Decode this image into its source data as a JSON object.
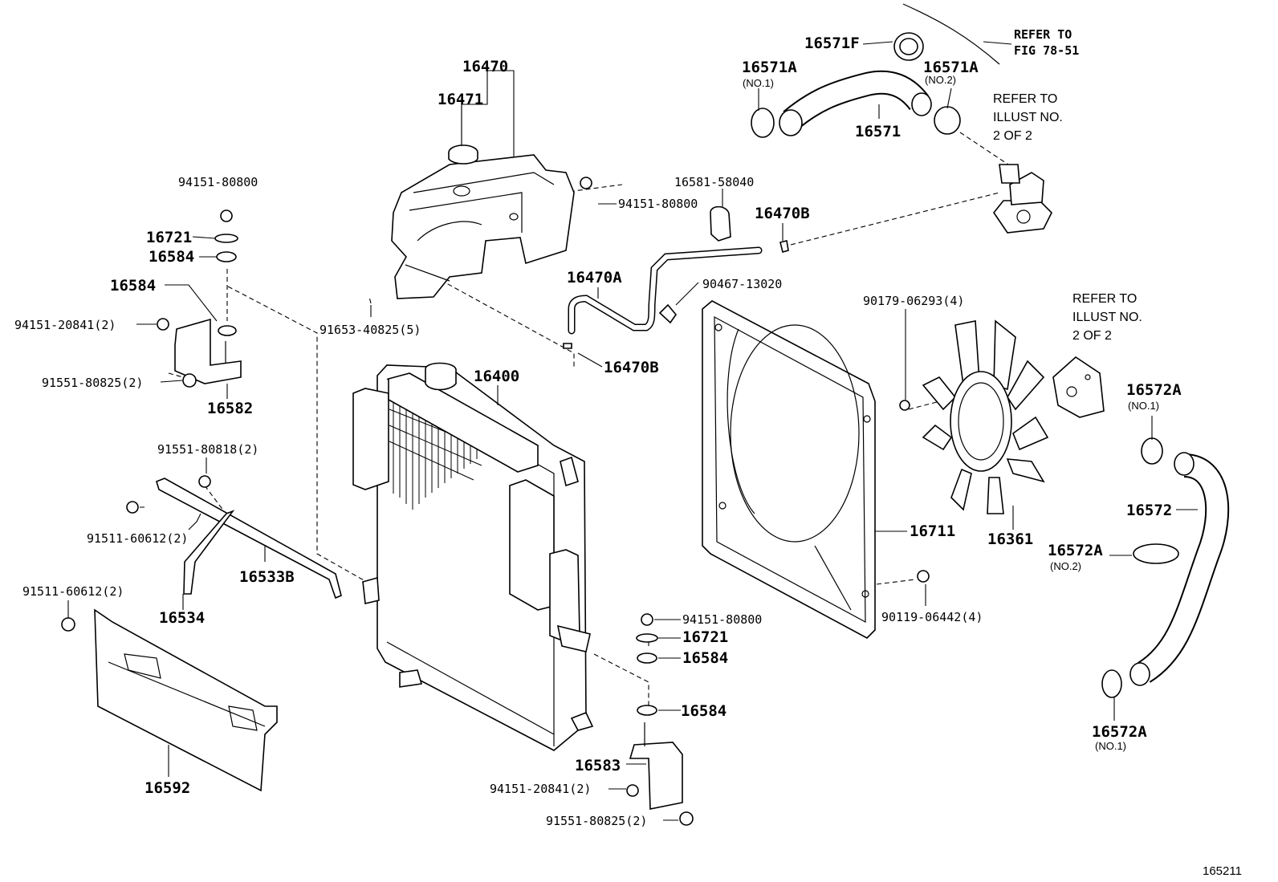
{
  "figure_id": "165211",
  "labels": {
    "p16470": "16470",
    "p16471": "16471",
    "p94151_80800_a": "94151-80800",
    "p16721_a": "16721",
    "p16584_a": "16584",
    "p16584_b": "16584",
    "p94151_20841_a": "94151-20841(2)",
    "p91551_80825_a": "91551-80825(2)",
    "p16582": "16582",
    "p91551_80818": "91551-80818(2)",
    "p91511_60612_a": "91511-60612(2)",
    "p16533B": "16533B",
    "p16534": "16534",
    "p91511_60612_b": "91511-60612(2)",
    "p16592": "16592",
    "p91653_40825": "91653-40825(5)",
    "p94151_80800_b": "94151-80800",
    "p16581_58040": "16581-58040",
    "p16470B_a": "16470B",
    "p16470A": "16470A",
    "p90467_13020": "90467-13020",
    "p16470B_b": "16470B",
    "p16400": "16400",
    "p16571F": "16571F",
    "p16571A_a": "16571A",
    "p16571A_b": "16571A",
    "p16571": "16571",
    "p90179_06293": "90179-06293(4)",
    "p16711": "16711",
    "p16361": "16361",
    "p16572A_a": "16572A",
    "p16572": "16572",
    "p16572A_b": "16572A",
    "p16572A_c": "16572A",
    "p90119_06442": "90119-06442(4)",
    "p94151_80800_c": "94151-80800",
    "p16721_b": "16721",
    "p16584_c": "16584",
    "p16584_d": "16584",
    "p16583": "16583",
    "p94151_20841_b": "94151-20841(2)",
    "p91551_80825_b": "91551-80825(2)"
  },
  "sub_labels": {
    "no1_a": "(NO.1)",
    "no2_a": "(NO.2)",
    "no1_b": "(NO.1)",
    "no2_b": "(NO.2)",
    "no1_c": "(NO.1)"
  },
  "references": {
    "fig_line1": "REFER TO",
    "fig_line2": "FIG 78-51",
    "illust_a_line1": "REFER TO",
    "illust_a_line2": "ILLUST NO.",
    "illust_a_line3": "2 OF 2",
    "illust_b_line1": "REFER TO",
    "illust_b_line2": "ILLUST NO.",
    "illust_b_line3": "2 OF 2"
  }
}
